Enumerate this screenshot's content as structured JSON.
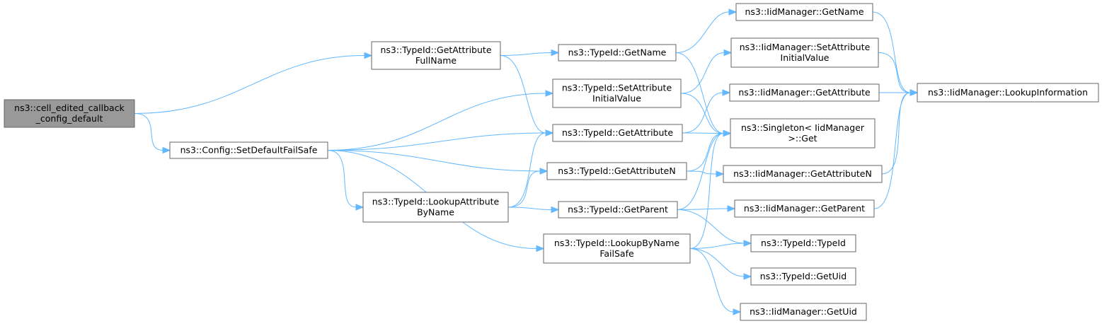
{
  "graph": {
    "colors": {
      "edge": "#63b8ff",
      "node_border": "#666666",
      "node_fill": "#ffffff",
      "root_fill": "#999999"
    },
    "nodes": [
      {
        "id": "root",
        "lines": [
          "ns3::cell_edited_callback",
          "_config_default"
        ],
        "root": true
      },
      {
        "id": "cfg",
        "lines": [
          "ns3::Config::SetDefaultFailSafe"
        ]
      },
      {
        "id": "gafn",
        "lines": [
          "ns3::TypeId::GetAttribute",
          "FullName"
        ]
      },
      {
        "id": "labn",
        "lines": [
          "ns3::TypeId::LookupAttribute",
          "ByName"
        ]
      },
      {
        "id": "tgn",
        "lines": [
          "ns3::TypeId::GetName"
        ]
      },
      {
        "id": "tsaiv",
        "lines": [
          "ns3::TypeId::SetAttribute",
          "InitialValue"
        ]
      },
      {
        "id": "tga",
        "lines": [
          "ns3::TypeId::GetAttribute"
        ]
      },
      {
        "id": "tgan",
        "lines": [
          "ns3::TypeId::GetAttributeN"
        ]
      },
      {
        "id": "tgp",
        "lines": [
          "ns3::TypeId::GetParent"
        ]
      },
      {
        "id": "tlbn",
        "lines": [
          "ns3::TypeId::LookupByName",
          "FailSafe"
        ]
      },
      {
        "id": "imgn",
        "lines": [
          "ns3::IidManager::GetName"
        ]
      },
      {
        "id": "imsaiv",
        "lines": [
          "ns3::IidManager::SetAttribute",
          "InitialValue"
        ]
      },
      {
        "id": "imga",
        "lines": [
          "ns3::IidManager::GetAttribute"
        ]
      },
      {
        "id": "sing",
        "lines": [
          "ns3::Singleton< IidManager",
          ">::Get"
        ]
      },
      {
        "id": "imgan",
        "lines": [
          "ns3::IidManager::GetAttributeN"
        ]
      },
      {
        "id": "imgp",
        "lines": [
          "ns3::IidManager::GetParent"
        ]
      },
      {
        "id": "ttid",
        "lines": [
          "ns3::TypeId::TypeId"
        ]
      },
      {
        "id": "tguid",
        "lines": [
          "ns3::TypeId::GetUid"
        ]
      },
      {
        "id": "imguid",
        "lines": [
          "ns3::IidManager::GetUid"
        ]
      },
      {
        "id": "imli",
        "lines": [
          "ns3::IidManager::LookupInformation"
        ]
      }
    ],
    "edges": [
      [
        "root",
        "gafn"
      ],
      [
        "root",
        "cfg"
      ],
      [
        "cfg",
        "tsaiv"
      ],
      [
        "cfg",
        "tga"
      ],
      [
        "cfg",
        "tgan"
      ],
      [
        "cfg",
        "labn"
      ],
      [
        "cfg",
        "tlbn"
      ],
      [
        "gafn",
        "tgn"
      ],
      [
        "gafn",
        "tga"
      ],
      [
        "tgn",
        "imgn"
      ],
      [
        "tgn",
        "sing"
      ],
      [
        "tsaiv",
        "imsaiv"
      ],
      [
        "tsaiv",
        "sing"
      ],
      [
        "tga",
        "imga"
      ],
      [
        "tga",
        "sing"
      ],
      [
        "tgan",
        "sing"
      ],
      [
        "tgan",
        "imgan"
      ],
      [
        "labn",
        "tga"
      ],
      [
        "labn",
        "tgan"
      ],
      [
        "labn",
        "tgp"
      ],
      [
        "tgp",
        "sing"
      ],
      [
        "tgp",
        "imgp"
      ],
      [
        "tgp",
        "ttid"
      ],
      [
        "tlbn",
        "sing"
      ],
      [
        "tlbn",
        "ttid"
      ],
      [
        "tlbn",
        "tguid"
      ],
      [
        "tlbn",
        "imguid"
      ],
      [
        "imgn",
        "imli"
      ],
      [
        "imsaiv",
        "imli"
      ],
      [
        "imga",
        "imli"
      ],
      [
        "imgan",
        "imli"
      ],
      [
        "imgp",
        "imli"
      ]
    ]
  }
}
